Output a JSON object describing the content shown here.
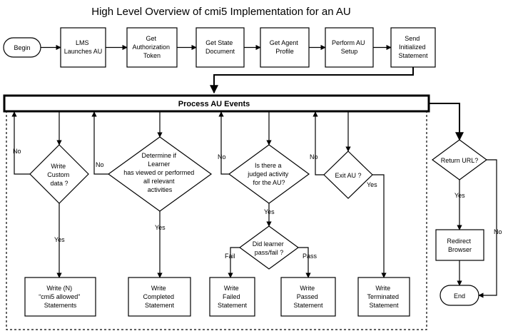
{
  "title": "High Level Overview  of cmi5 Implementation for an AU",
  "top_flow": {
    "begin": "Begin",
    "lms_launches": [
      "LMS",
      "Launches AU"
    ],
    "get_auth_token": [
      "Get",
      "Authorization",
      "Token"
    ],
    "get_state_doc": [
      "Get State",
      "Document"
    ],
    "get_agent_profile": [
      "Get Agent",
      "Profile"
    ],
    "perform_au_setup": [
      "Perform AU",
      "Setup"
    ],
    "send_initialized": [
      "Send",
      "Initialized",
      "Statement"
    ]
  },
  "process_bar": "Process AU Events",
  "decisions": {
    "write_custom": [
      "Write",
      "Custom",
      "data ?"
    ],
    "determine_viewed": [
      "Determine if",
      "Learner",
      "has viewed or performed",
      "all relevant",
      "activities"
    ],
    "judged_activity": [
      "Is there a",
      "judged activity",
      "for the AU?"
    ],
    "pass_fail": [
      "Did learner",
      "pass/fail ?"
    ],
    "exit_au": [
      "Exit AU ?"
    ],
    "return_url": [
      "Return URL?"
    ]
  },
  "outputs": {
    "write_cmi5_allowed": [
      "Write (N)",
      "“cmi5 allowed”",
      "Statements"
    ],
    "write_completed": [
      "Write",
      "Completed",
      "Statement"
    ],
    "write_failed": [
      "Write",
      "Failed",
      "Statement"
    ],
    "write_passed": [
      "Write",
      "Passed",
      "Statement"
    ],
    "write_terminated": [
      "Write",
      "Terminated",
      "Statement"
    ],
    "redirect_browser": [
      "Redirect",
      "Browser"
    ],
    "end": "End"
  },
  "edge_labels": {
    "no": "No",
    "yes": "Yes",
    "fail": "Fail",
    "pass": "Pass"
  }
}
